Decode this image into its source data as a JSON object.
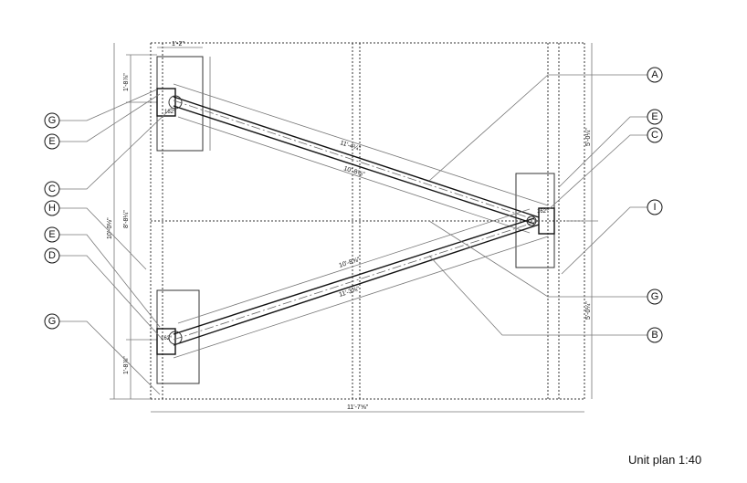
{
  "title": "Unit plan 1:40",
  "dimensions": {
    "top_width": "1'-2\"",
    "beam_top_outer": "11'-4¼\"",
    "beam_top_inner": "10'-8⅛\"",
    "beam_bottom_inner": "10'-8⅝\"",
    "beam_bottom_outer": "11'-3⅝\"",
    "overall_width": "11'-7⅝\"",
    "overall_height": "10'-0½\"",
    "inner_height": "8'-8¼\"",
    "top_offset": "1'-8⅞\"",
    "bottom_offset": "1'-8⅞\"",
    "right_upper": "5'-0¼\"",
    "right_lower": "5'-0¼\"",
    "angle_top": "162°",
    "angle_right": "162°",
    "angle_bottom": "162°"
  },
  "callouts_left": [
    "G",
    "E",
    "C",
    "H",
    "E",
    "D",
    "G"
  ],
  "callouts_right": [
    "A",
    "E",
    "C",
    "I",
    "G",
    "B"
  ]
}
